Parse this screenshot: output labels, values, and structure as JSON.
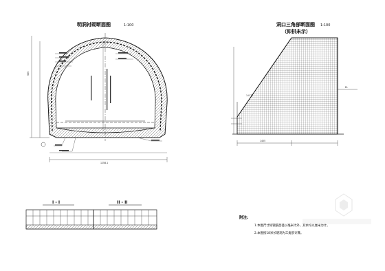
{
  "left_drawing": {
    "title": "明洞衬砌断面图",
    "scale": "1:100",
    "overall_width_dim": "1258.1",
    "height_dim": "585"
  },
  "right_drawing": {
    "title": "洞口三角部断面图",
    "scale": "1:100",
    "subtitle": "（仰拱未示）",
    "label_right": "EL",
    "bottom_dim": "1455",
    "slope_dim": "1:0.75"
  },
  "sections": [
    {
      "label": "I - I"
    },
    {
      "label": "II - II"
    }
  ],
  "notes": {
    "heading": "附注:",
    "items": [
      "1.本图尺寸除钢筋直径以毫米计外，其余均以厘米为计。",
      "2.本图按18米长明洞为三角部计算。"
    ]
  },
  "colors": {
    "ink": "#1a1a1a",
    "hatch": "#555555",
    "watermark": "#e4e4e4"
  }
}
